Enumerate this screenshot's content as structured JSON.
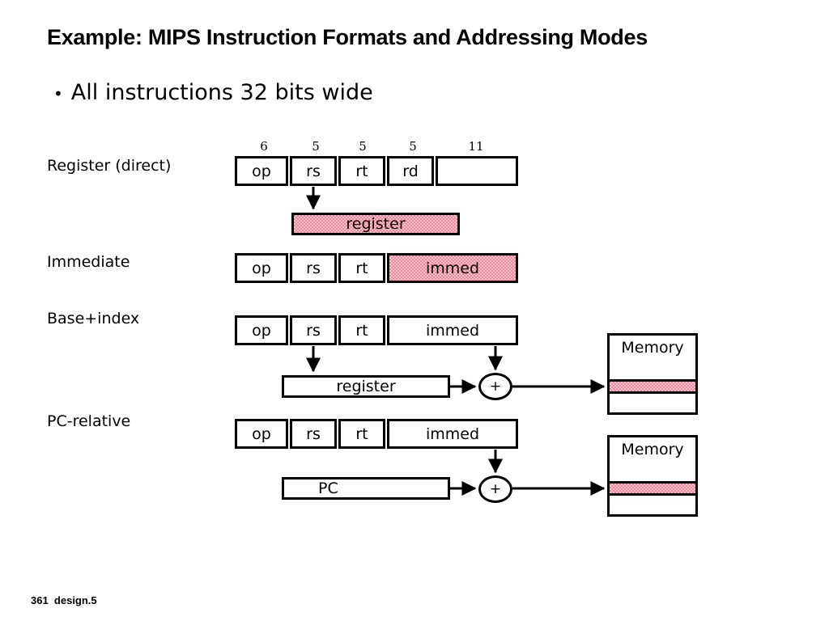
{
  "slide": {
    "title": "Example: MIPS Instruction Formats and Addressing Modes",
    "bullet_marker": "•",
    "bullet_text": "All instructions 32 bits wide",
    "footer": "361  design.5"
  },
  "colors": {
    "highlight_pink": "#f58296",
    "ink": "#000000",
    "background": "#ffffff"
  },
  "bit_widths": {
    "label": "bit widths",
    "values": [
      "6",
      "5",
      "5",
      "5",
      "11"
    ]
  },
  "rows": [
    {
      "id": "register-direct",
      "label": "Register (direct)",
      "fields": [
        {
          "name": "op",
          "text": "op",
          "highlight": false
        },
        {
          "name": "rs",
          "text": "rs",
          "highlight": false
        },
        {
          "name": "rt",
          "text": "rt",
          "highlight": false
        },
        {
          "name": "rd",
          "text": "rd",
          "highlight": false
        },
        {
          "name": "blank",
          "text": "",
          "highlight": false
        }
      ],
      "operand_box": {
        "text": "register",
        "highlight": true
      },
      "adder": null,
      "memory": null
    },
    {
      "id": "immediate",
      "label": "Immediate",
      "fields": [
        {
          "name": "op",
          "text": "op",
          "highlight": false
        },
        {
          "name": "rs",
          "text": "rs",
          "highlight": false
        },
        {
          "name": "rt",
          "text": "rt",
          "highlight": false
        },
        {
          "name": "immed",
          "text": "immed",
          "highlight": true
        }
      ],
      "operand_box": null,
      "adder": null,
      "memory": null
    },
    {
      "id": "base-index",
      "label": "Base+index",
      "fields": [
        {
          "name": "op",
          "text": "op",
          "highlight": false
        },
        {
          "name": "rs",
          "text": "rs",
          "highlight": false
        },
        {
          "name": "rt",
          "text": "rt",
          "highlight": false
        },
        {
          "name": "immed",
          "text": "immed",
          "highlight": false
        }
      ],
      "operand_box": {
        "text": "register",
        "highlight": false
      },
      "adder": {
        "text": "+"
      },
      "memory": {
        "label": "Memory",
        "band_highlight": true
      }
    },
    {
      "id": "pc-relative",
      "label": "PC-relative",
      "fields": [
        {
          "name": "op",
          "text": "op",
          "highlight": false
        },
        {
          "name": "rs",
          "text": "rs",
          "highlight": false
        },
        {
          "name": "rt",
          "text": "rt",
          "highlight": false
        },
        {
          "name": "immed",
          "text": "immed",
          "highlight": false
        }
      ],
      "operand_box": {
        "text": "PC",
        "highlight": false
      },
      "adder": {
        "text": "+"
      },
      "memory": {
        "label": "Memory",
        "band_highlight": true
      }
    }
  ]
}
